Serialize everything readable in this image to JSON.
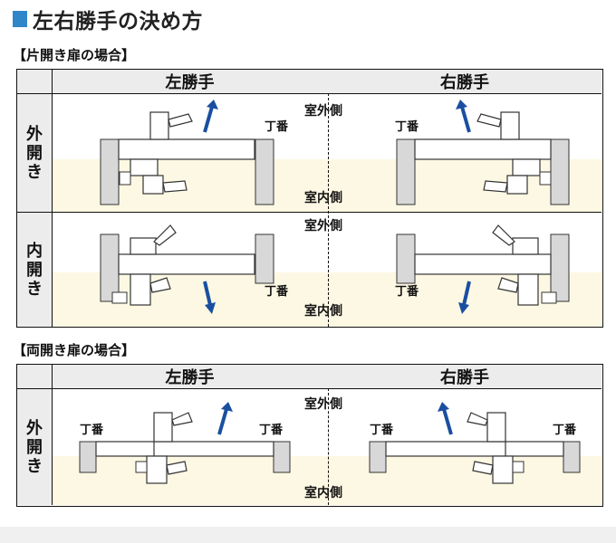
{
  "title": "左右勝手の決め方",
  "single": {
    "section": "【片開き扉の場合】",
    "col_left": "左勝手",
    "col_right": "右勝手",
    "rows": [
      {
        "label": [
          "外",
          "開",
          "き"
        ],
        "outside": "室外側",
        "inside": "室内側",
        "hinge": "丁番"
      },
      {
        "label": [
          "内",
          "開",
          "き"
        ],
        "outside": "室外側",
        "inside": "室内側",
        "hinge": "丁番"
      }
    ]
  },
  "double": {
    "section": "【両開き扉の場合】",
    "col_left": "左勝手",
    "col_right": "右勝手",
    "rows": [
      {
        "label": [
          "外",
          "開",
          "き"
        ],
        "outside": "室外側",
        "inside": "室内側",
        "hinge": "丁番"
      }
    ]
  },
  "colors": {
    "accent": "#2f86c9",
    "arrow": "#1a4fa0",
    "inside_fill": "#fdf8e3",
    "header_fill": "#ececec"
  }
}
